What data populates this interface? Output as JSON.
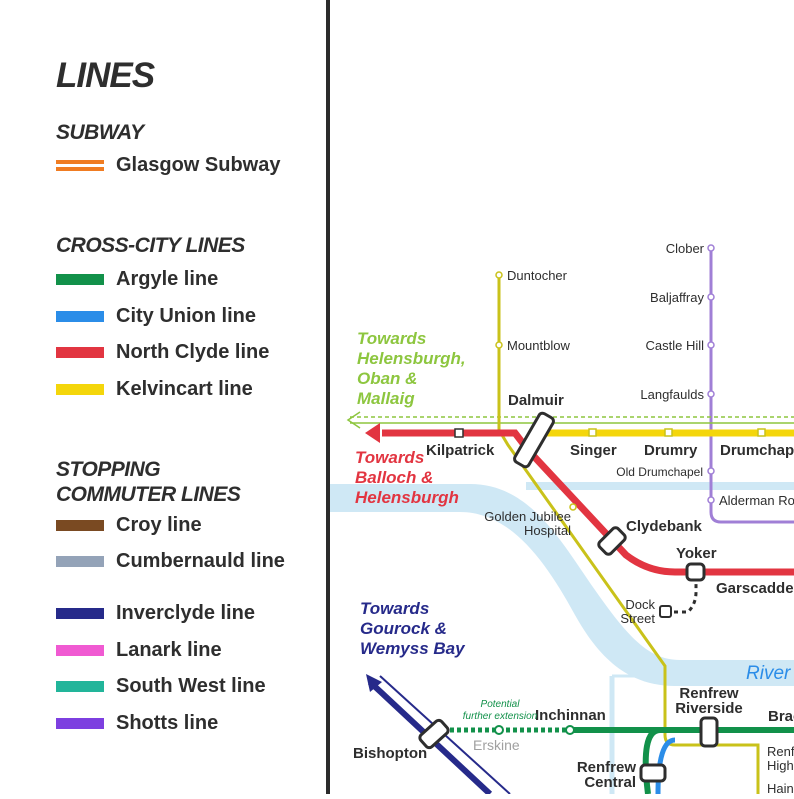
{
  "legend": {
    "title": "LINES",
    "subway_heading": "SUBWAY",
    "subway_item": {
      "label": "Glasgow Subway",
      "color": "#f07c22"
    },
    "crosscity_heading": "CROSS-CITY LINES",
    "crosscity_items": [
      {
        "label": "Argyle line",
        "color": "#12914a"
      },
      {
        "label": "City Union line",
        "color": "#2b8de8"
      },
      {
        "label": "North Clyde line",
        "color": "#e23541"
      },
      {
        "label": "Kelvincart line",
        "color": "#f4d60b"
      }
    ],
    "stopping_heading_1": "STOPPING",
    "stopping_heading_2": "COMMUTER LINES",
    "stopping_items": [
      {
        "label": "Croy line",
        "color": "#7a4a22"
      },
      {
        "label": "Cumbernauld line",
        "color": "#94a3b8"
      },
      {
        "label": "Inverclyde line",
        "color": "#262a8a"
      },
      {
        "label": "Lanark line",
        "color": "#f05ad2"
      },
      {
        "label": "South West line",
        "color": "#22b59a"
      },
      {
        "label": "Shotts line",
        "color": "#7d3fe0"
      }
    ]
  },
  "map": {
    "colors": {
      "river": "#cfe8f5",
      "north_clyde": "#e23541",
      "kelvincart": "#c9c21a",
      "kelvincart_bright": "#f4d60b",
      "argyle": "#12914a",
      "city_union": "#2b8de8",
      "inverclyde": "#262a8a",
      "shotts": "#a07fd6",
      "guide": "#8dc63f",
      "label": "#2e2e2e",
      "gray_label": "#a0a0a0"
    },
    "annotations": {
      "towards_helensburgh_oban": [
        "Towards",
        "Helensburgh,",
        "Oban &",
        "Mallaig"
      ],
      "towards_balloch": [
        "Towards",
        "Balloch &",
        "Helensburgh"
      ],
      "towards_gourock": [
        "Towards",
        "Gourock &",
        "Wemyss Bay"
      ],
      "potential_extension": [
        "Potential",
        "further extension"
      ],
      "river": "River"
    },
    "stations": {
      "duntocher": "Duntocher",
      "mountblow": "Mountblow",
      "dalmuir": "Dalmuir",
      "kilpatrick": "Kilpatrick",
      "singer": "Singer",
      "drumry": "Drumry",
      "drumchapel": "Drumchapel",
      "old_drumchapel": "Old Drumchapel",
      "alderman_road": "Alderman Road",
      "clober": "Clober",
      "baljaffray": "Baljaffray",
      "castle_hill": "Castle Hill",
      "langfaulds": "Langfaulds",
      "golden_jubilee": [
        "Golden Jubilee",
        "Hospital"
      ],
      "clydebank": "Clydebank",
      "yoker": "Yoker",
      "garscadden": "Garscadden",
      "dock_street": [
        "Dock",
        "Street"
      ],
      "renfrew_riverside": [
        "Renfrew",
        "Riverside"
      ],
      "braehead": "Braehead",
      "inchinnan": "Inchinnan",
      "erskine": "Erskine",
      "bishopton": "Bishopton",
      "renfrew_central": [
        "Renfrew",
        "Central"
      ],
      "renfrew_high": [
        "Renfrew",
        "High"
      ],
      "hains": "Hains"
    }
  }
}
